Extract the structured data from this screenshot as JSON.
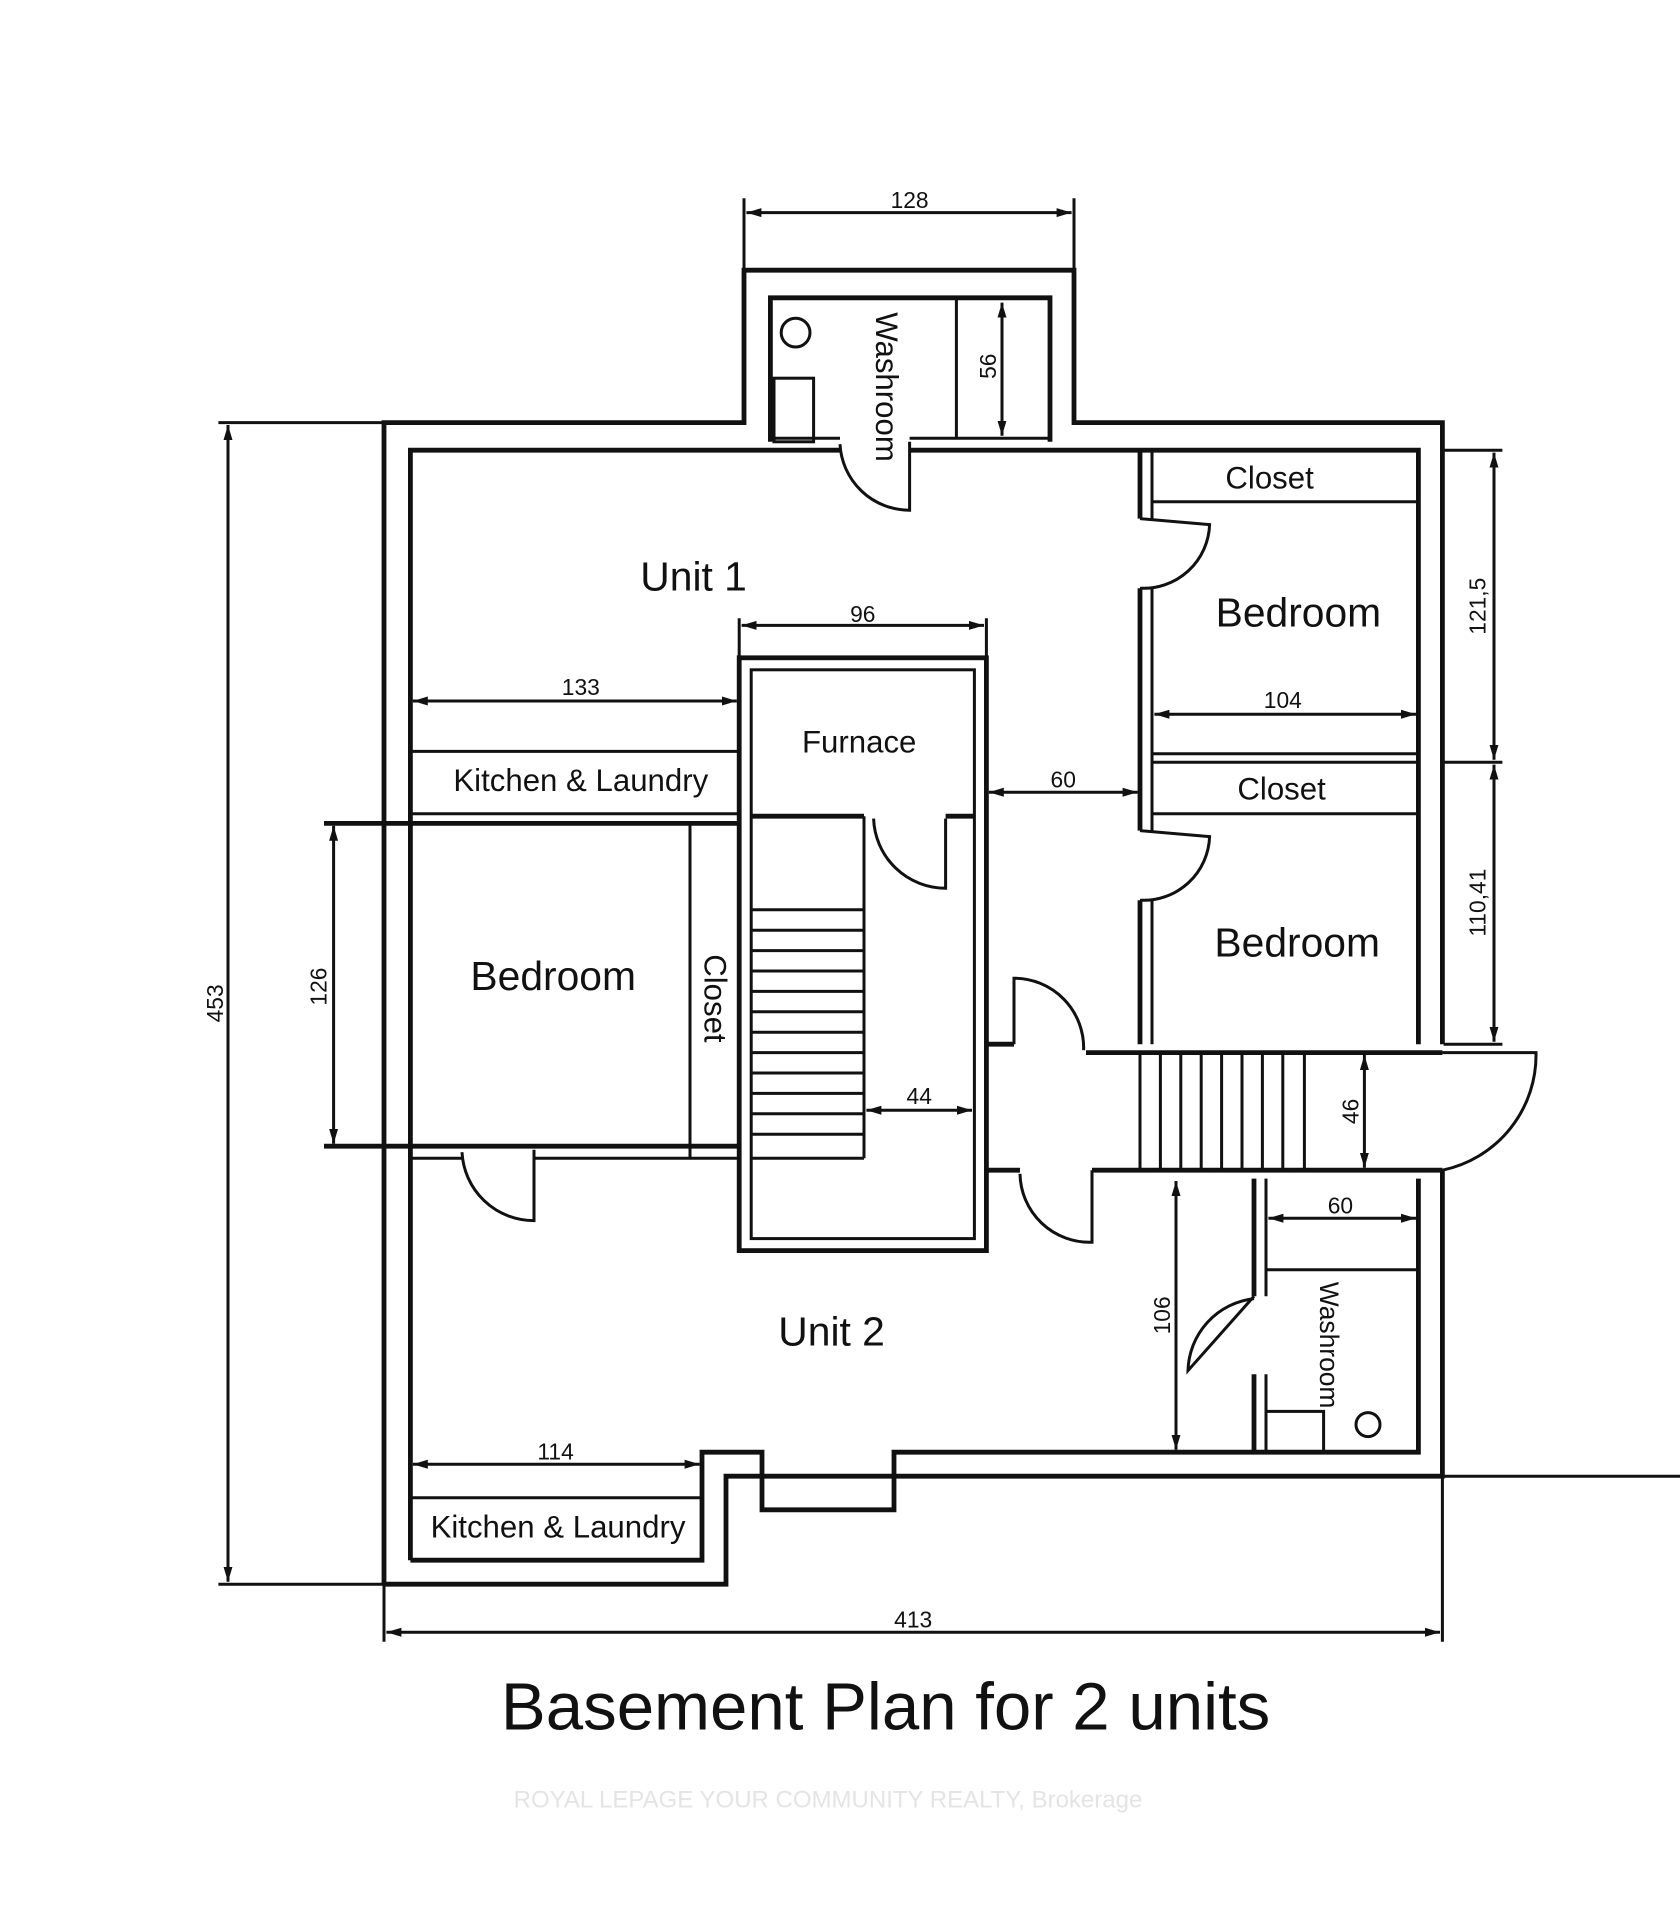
{
  "title": "Basement Plan for 2 units",
  "watermark": "ROYAL LEPAGE YOUR COMMUNITY REALTY, Brokerage",
  "rooms": {
    "unit1": "Unit 1",
    "unit2": "Unit 2",
    "washroom_top": "Washroom",
    "washroom_bottom": "Washroom",
    "closet_top_right": "Closet",
    "closet_mid_right": "Closet",
    "closet_left": "Closet",
    "bedroom_right_top": "Bedroom",
    "bedroom_right_bottom": "Bedroom",
    "bedroom_left": "Bedroom",
    "furnace": "Furnace",
    "kitchen_laundry_1": "Kitchen & Laundry",
    "kitchen_laundry_2": "Kitchen & Laundry"
  },
  "dimensions": {
    "washroom_width": "128",
    "washroom_depth": "56",
    "furnace_width": "96",
    "kitchen1_width": "133",
    "bedroom_right_width": "104",
    "corridor_width": "60",
    "bedroom_right_top_height": "121,5",
    "bedroom_right_bottom_height": "110,41",
    "bedroom_left_height": "126",
    "stair_width": "44",
    "exterior_stair_width": "46",
    "washroom2_width": "60",
    "washroom2_height": "106",
    "kitchen2_width": "114",
    "total_height": "453",
    "total_width": "413"
  }
}
